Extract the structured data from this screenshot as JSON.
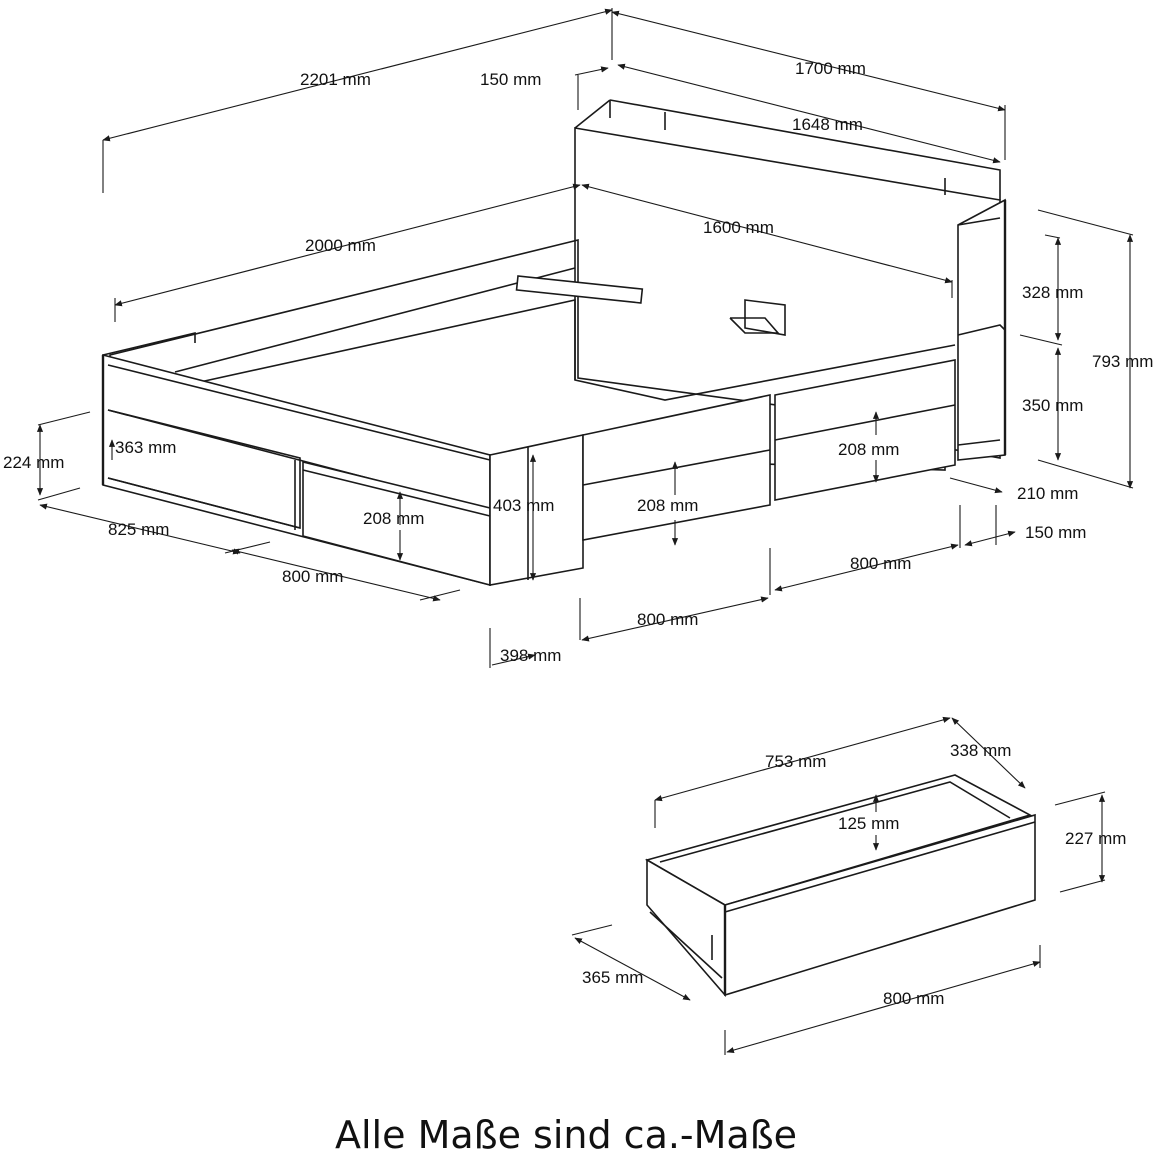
{
  "dimensions": {
    "total_length": "2201 mm",
    "headboard_depth": "150 mm",
    "total_width": "1700 mm",
    "headboard_width": "1648 mm",
    "mattress_length": "2000 mm",
    "mattress_width": "1600 mm",
    "shelf_upper": "328 mm",
    "total_height": "793 mm",
    "shelf_lower": "350 mm",
    "side_shelf_height": "224 mm",
    "side_shelf_depth": "363 mm",
    "drawer_front_left": "208 mm",
    "bed_height": "403 mm",
    "drawer_front_mid": "208 mm",
    "drawer_front_right": "208 mm",
    "shelf_side_depth": "210 mm",
    "shelf_side_offset": "150 mm",
    "side_shelf_width": "825 mm",
    "drawer_width_left": "800 mm",
    "drawer_width_front_right": "800 mm",
    "drawer_width_front_mid": "800 mm",
    "foot_end_width": "398 mm"
  },
  "drawer": {
    "inner_length": "753 mm",
    "depth": "338 mm",
    "inner_height": "125 mm",
    "front_height": "227 mm",
    "side_depth": "365 mm",
    "front_width": "800 mm"
  },
  "caption": "Alle Maße sind ca.-Maße"
}
